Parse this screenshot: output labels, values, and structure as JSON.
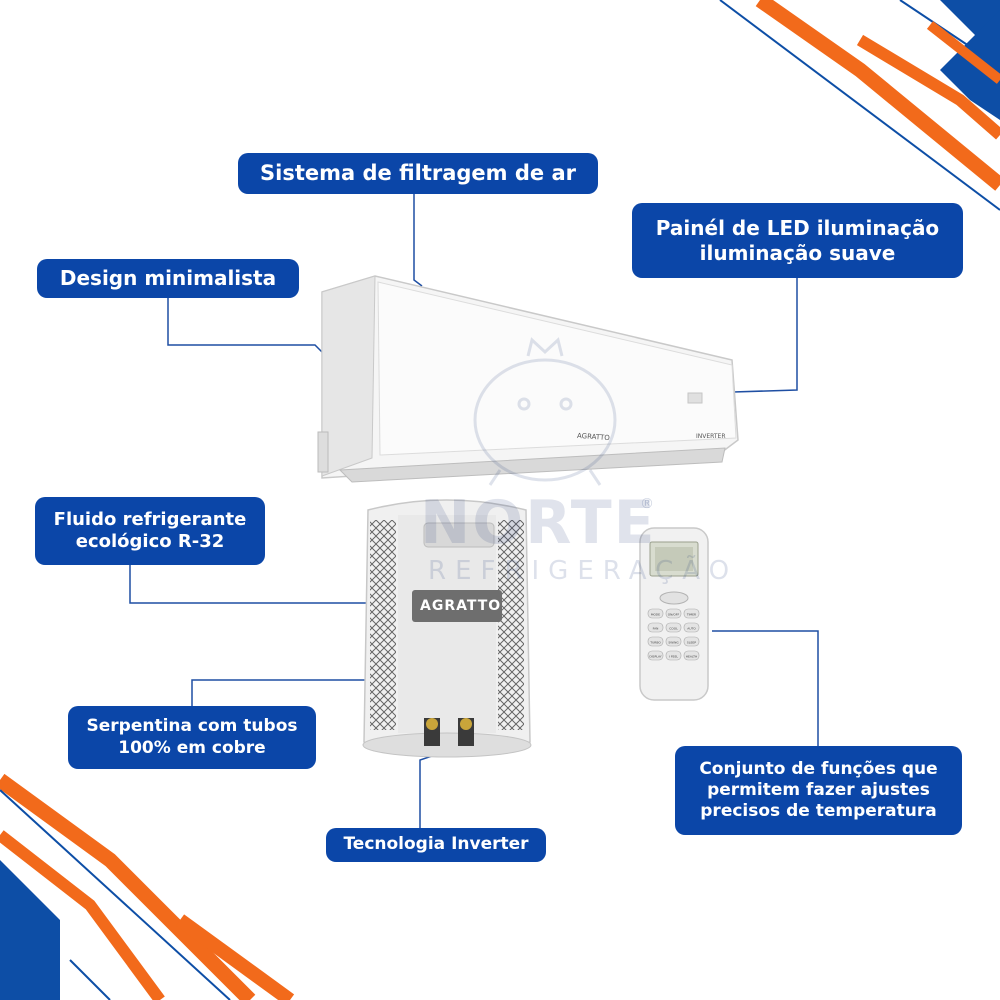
{
  "labels": {
    "filtragem": "Sistema de filtragem de ar",
    "led_line1": "Painél de LED iluminação",
    "led_line2": "iluminação suave",
    "design": "Design minimalista",
    "fluido_line1": "Fluido refrigerante",
    "fluido_line2": "ecológico R-32",
    "serpentina_line1": "Serpentina com tubos",
    "serpentina_line2": "100% em cobre",
    "inverter": "Tecnologia Inverter",
    "funcoes_line1": "Conjunto de funções que",
    "funcoes_line2": "permitem fazer ajustes",
    "funcoes_line3": "precisos de temperatura"
  },
  "product": {
    "indoor_brand": "AGRATTO",
    "indoor_badge": "INVERTER",
    "outdoor_brand": "AGRATTO"
  },
  "watermark": {
    "name": "NORTE",
    "subtitle": "REFRIGERAÇÃO",
    "reg_mark": "®"
  },
  "remote_buttons": [
    "MODE",
    "ON/OFF",
    "TIMER",
    "FAN",
    "COOL",
    "AUTO",
    "TURBO",
    "SWING",
    "SLEEP",
    "DISPLAY",
    "I FEEL",
    "HEALTH"
  ],
  "colors": {
    "label_blue": "#0b46a8",
    "accent_orange": "#f26a1b",
    "deco_blue": "#0d4ea6",
    "line_blue": "#1f4fa3"
  }
}
